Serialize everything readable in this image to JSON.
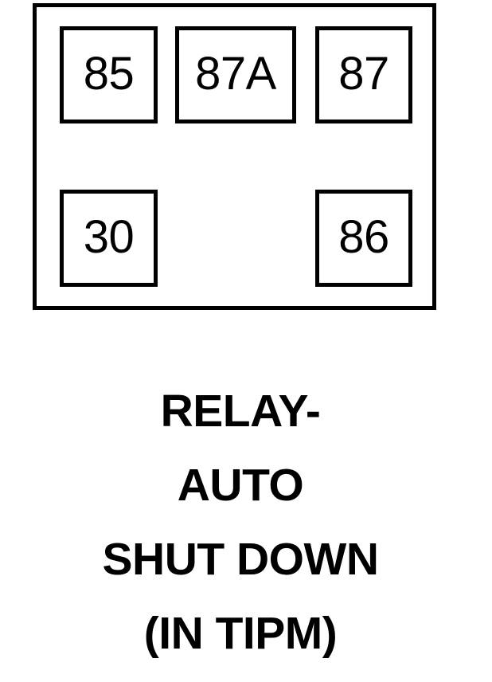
{
  "diagram": {
    "type": "automotive-relay-pinout",
    "shape": "rectangle",
    "stroke_color": "#000000",
    "fill_color": "#ffffff",
    "terminals": [
      {
        "id": "85",
        "label": "85",
        "row": "top",
        "column": "left"
      },
      {
        "id": "87A",
        "label": "87A",
        "row": "top",
        "column": "center"
      },
      {
        "id": "87",
        "label": "87",
        "row": "top",
        "column": "right"
      },
      {
        "id": "30",
        "label": "30",
        "row": "bottom",
        "column": "left"
      },
      {
        "id": "86",
        "label": "86",
        "row": "bottom",
        "column": "right"
      }
    ]
  },
  "caption": {
    "lines": [
      "RELAY-",
      "AUTO",
      "SHUT DOWN",
      "(IN TIPM)"
    ],
    "full_text": "RELAY- AUTO SHUT DOWN (IN TIPM)"
  }
}
